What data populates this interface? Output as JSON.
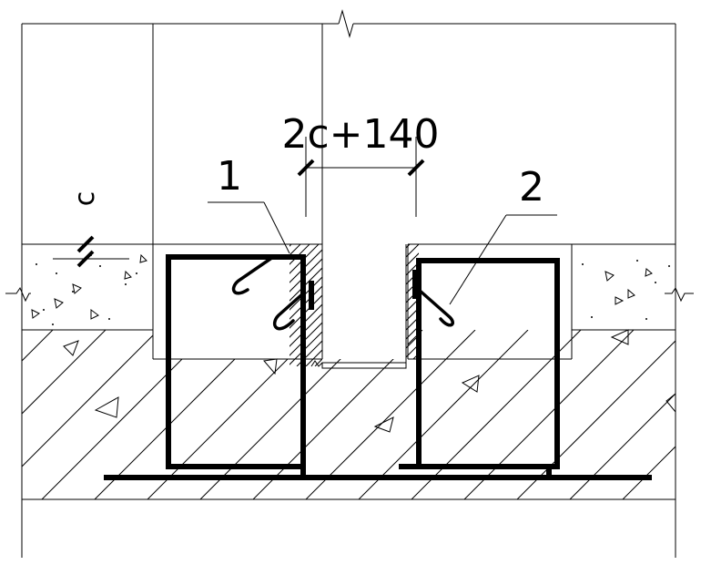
{
  "dimension": {
    "text": "2c+140"
  },
  "cover": {
    "text": "c"
  },
  "callouts": [
    {
      "text": "1"
    },
    {
      "text": "2"
    }
  ]
}
